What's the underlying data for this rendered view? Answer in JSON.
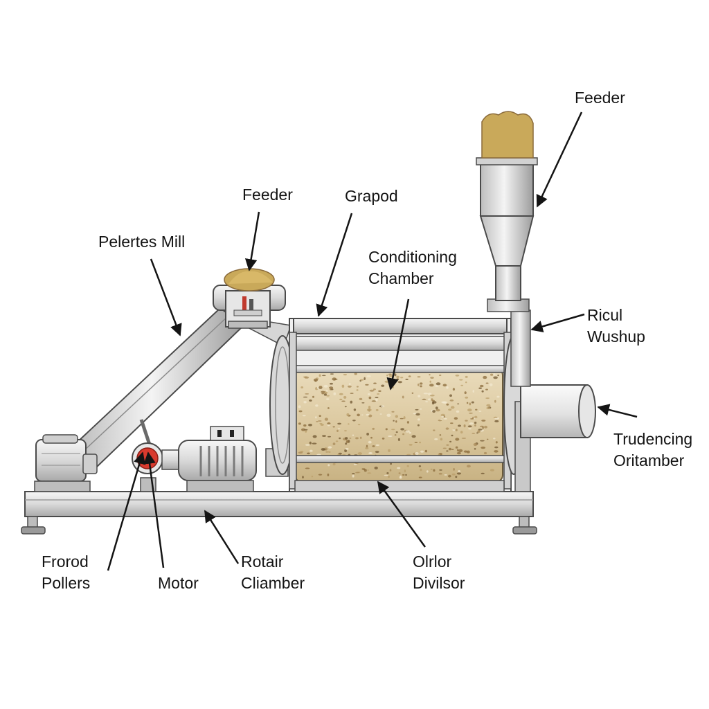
{
  "labels": {
    "feeder_top": "Feeder",
    "feeder_mid": "Feeder",
    "grapod": "Grapod",
    "pelletes_mill": "Pelertes Mill",
    "conditioning_1": "Conditioning",
    "conditioning_2": "Chamber",
    "ricul_1": "Ricul",
    "ricul_2": "Wushup",
    "trudencing_1": "Trudencing",
    "trudencing_2": "Oritamber",
    "frorod_1": "Frorod",
    "frorod_2": "Pollers",
    "motor": "Motor",
    "rotair_1": "Rotair",
    "rotair_2": "Cliamber",
    "olrlor_1": "Olrlor",
    "olrlor_2": "Divilsor"
  },
  "colors": {
    "background": "#ffffff",
    "frame_light": "#ececec",
    "frame_mid": "#cfcfcf",
    "frame_dark": "#8a8a8a",
    "outline": "#4a4a4a",
    "grain_base": "#d8c49a",
    "grain_dark": "#8a6a3a",
    "feed_pile": "#c9a95a",
    "motor_red": "#d83a2e",
    "text": "#141414"
  }
}
